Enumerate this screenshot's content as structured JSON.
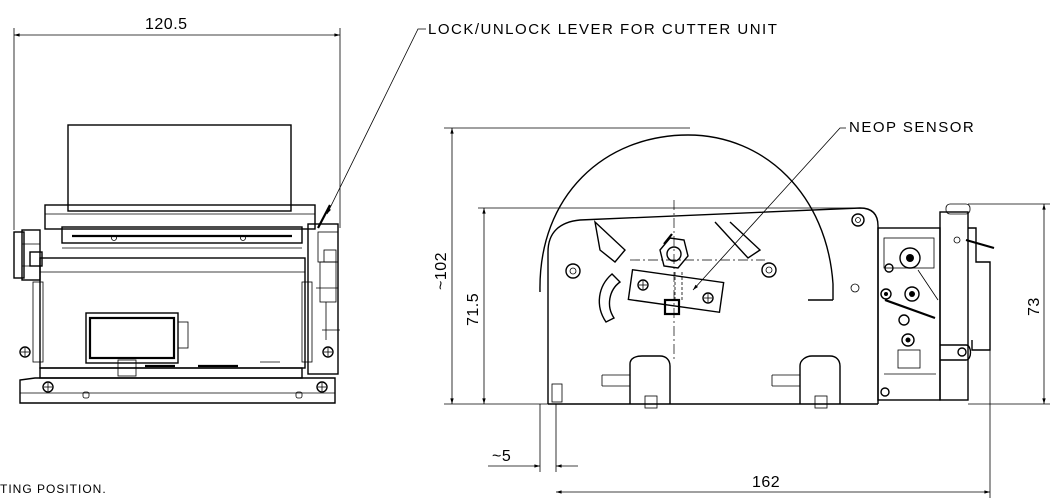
{
  "dimensions": {
    "front_width": "120.5",
    "side_height_total": "~102",
    "side_height_body": "71.5",
    "cutter_height": "73",
    "offset": "~5",
    "side_width": "162"
  },
  "callouts": {
    "lock_lever": "LOCK/UNLOCK LEVER FOR CUTTER UNIT",
    "neop_sensor": "NEOP SENSOR"
  },
  "footnote": "TING POSITION."
}
